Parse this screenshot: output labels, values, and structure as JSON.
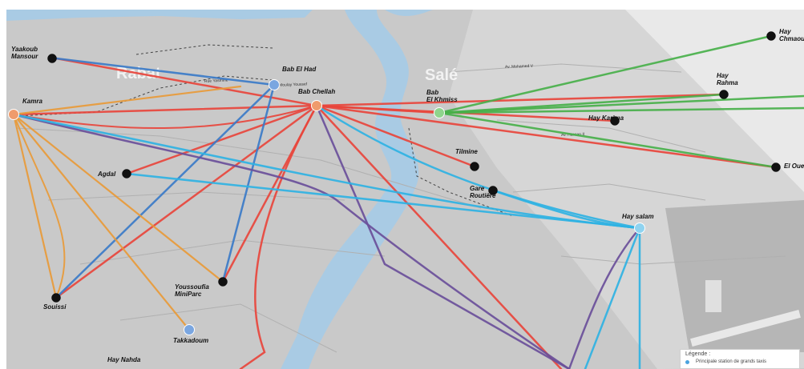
{
  "colors": {
    "red": "#e8453c",
    "blue": "#3b7bc8",
    "orange": "#e89a38",
    "green": "#48b04a",
    "purple": "#6a4f9a",
    "cyan": "#2fb2e3",
    "land": "#c9c9c9",
    "water": "#a9cbe4",
    "white_panel": "#ffffff"
  },
  "city_labels": [
    {
      "id": "rabat",
      "text": "Rabat"
    },
    {
      "id": "sale",
      "text": "Salé"
    }
  ],
  "stations": [
    {
      "id": "yaakoub-mansour",
      "line1": "Yaakoub",
      "line2": "Mansour",
      "kind": "black"
    },
    {
      "id": "bab-el-had",
      "line1": "Bab El Had",
      "line2": "",
      "kind": "main-blue"
    },
    {
      "id": "bab-chellah",
      "line1": "Bab Chellah",
      "line2": "",
      "kind": "main-orange"
    },
    {
      "id": "kamra",
      "line1": "Kamra",
      "line2": "",
      "kind": "main-orange"
    },
    {
      "id": "agdal",
      "line1": "Agdal",
      "line2": "",
      "kind": "black"
    },
    {
      "id": "souissi",
      "line1": "Souissi",
      "line2": "",
      "kind": "black"
    },
    {
      "id": "youssoufia",
      "line1": "Youssoufia",
      "line2": "MiniParc",
      "kind": "black"
    },
    {
      "id": "takkadoum",
      "line1": "Takkadoum",
      "line2": "",
      "kind": "main-blue"
    },
    {
      "id": "hay-nahda",
      "line1": "Hay Nahda",
      "line2": "",
      "kind": "none"
    },
    {
      "id": "bab-el-khmiss",
      "line1": "Bab",
      "line2": "El Khmiss",
      "kind": "main-green"
    },
    {
      "id": "hay-karima",
      "line1": "Hay Karima",
      "line2": "",
      "kind": "black"
    },
    {
      "id": "tabriquet",
      "line1": "Tilmine",
      "line2": "",
      "kind": "black"
    },
    {
      "id": "gare-routiere",
      "line1": "Gare",
      "line2": "Routière",
      "kind": "black"
    },
    {
      "id": "hay-salam",
      "line1": "Hay salam",
      "line2": "",
      "kind": "main-cyan"
    },
    {
      "id": "hay-rahma",
      "line1": "Hay",
      "line2": "Rahma",
      "kind": "black"
    },
    {
      "id": "hay-chmaou",
      "line1": "Hay",
      "line2": "Chmaou",
      "kind": "black"
    },
    {
      "id": "el-oued",
      "line1": "El Oue",
      "line2": "",
      "kind": "black"
    }
  ],
  "street_labels": [
    {
      "id": "street-1",
      "text": "Av. Moulay Youssef"
    },
    {
      "id": "street-2",
      "text": "Av. Mohamed V"
    },
    {
      "id": "street-3",
      "text": "Rue Yasmine"
    },
    {
      "id": "street-4",
      "text": "Av. Hassan II"
    }
  ],
  "legend": {
    "title": "Légende :",
    "item": "Principale station de grands taxis"
  }
}
